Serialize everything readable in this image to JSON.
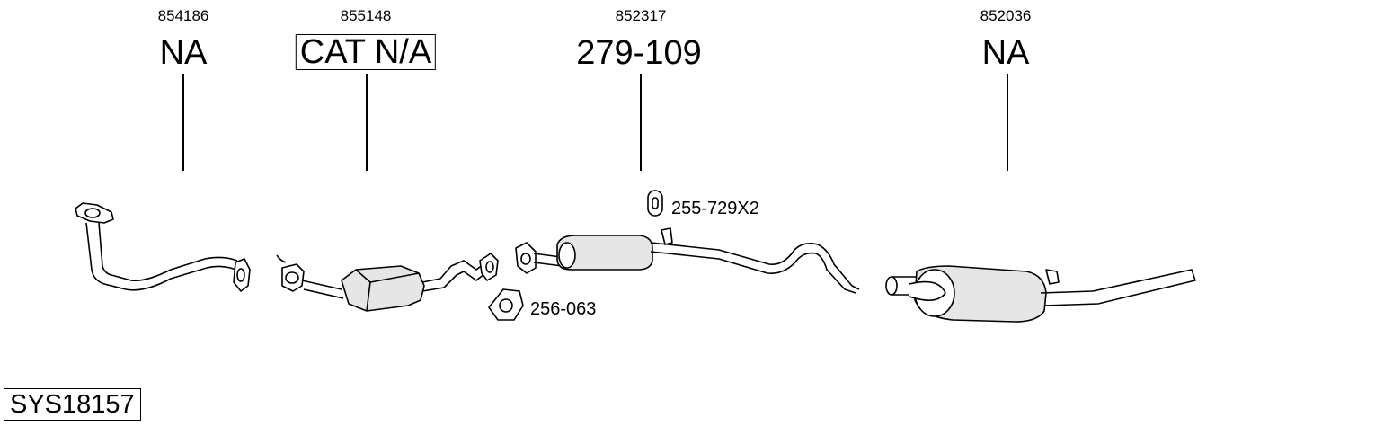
{
  "parts": [
    {
      "part_number": "854186",
      "reference": "NA",
      "boxed": false
    },
    {
      "part_number": "855148",
      "reference": "CAT N/A",
      "boxed": true
    },
    {
      "part_number": "852317",
      "reference": "279-109",
      "boxed": false
    },
    {
      "part_number": "852036",
      "reference": "NA",
      "boxed": false
    }
  ],
  "accessories": [
    {
      "label": "255-729X2",
      "icon": "exhaust-hanger-icon"
    },
    {
      "label": "256-063",
      "icon": "flange-gasket-icon"
    }
  ],
  "system_code": "SYS18157",
  "colors": {
    "line": "#000000",
    "fill": "#ffffff",
    "shade": "#e6e6e6"
  }
}
